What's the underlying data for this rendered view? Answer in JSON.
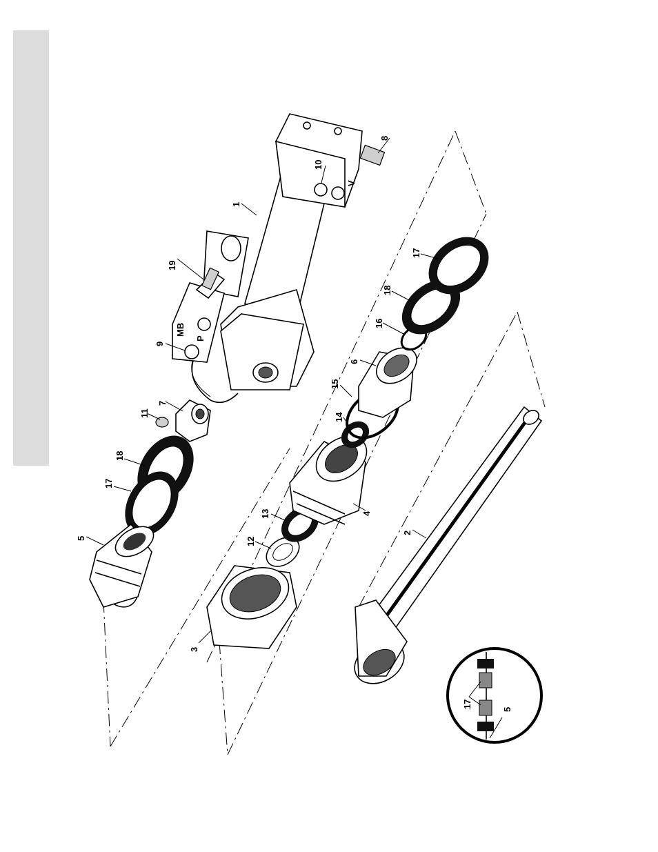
{
  "figure": {
    "type": "exploded-parts-diagram",
    "callouts": [
      {
        "id": "c1",
        "label": "1"
      },
      {
        "id": "c2",
        "label": "2"
      },
      {
        "id": "c3",
        "label": "3"
      },
      {
        "id": "c4",
        "label": "4"
      },
      {
        "id": "c5",
        "label": "5"
      },
      {
        "id": "c6",
        "label": "6"
      },
      {
        "id": "c7",
        "label": "7"
      },
      {
        "id": "c8",
        "label": "8"
      },
      {
        "id": "c9",
        "label": "9"
      },
      {
        "id": "c10",
        "label": "10"
      },
      {
        "id": "c11",
        "label": "11"
      },
      {
        "id": "c12",
        "label": "12"
      },
      {
        "id": "c13",
        "label": "13"
      },
      {
        "id": "c14",
        "label": "14"
      },
      {
        "id": "c15",
        "label": "15"
      },
      {
        "id": "c16",
        "label": "16"
      },
      {
        "id": "c17a",
        "label": "17"
      },
      {
        "id": "c17b",
        "label": "17"
      },
      {
        "id": "c18a",
        "label": "18"
      },
      {
        "id": "c18b",
        "label": "18"
      }
    ],
    "detail_callouts": [
      {
        "id": "d17",
        "label": "17"
      },
      {
        "id": "d5",
        "label": "5"
      }
    ],
    "port_marks": {
      "p_left": "P",
      "mb": "MB",
      "p_right": "P",
      "v": "V"
    }
  },
  "colors": {
    "side_tab": "#dcdcdc",
    "ink": "#000000"
  }
}
